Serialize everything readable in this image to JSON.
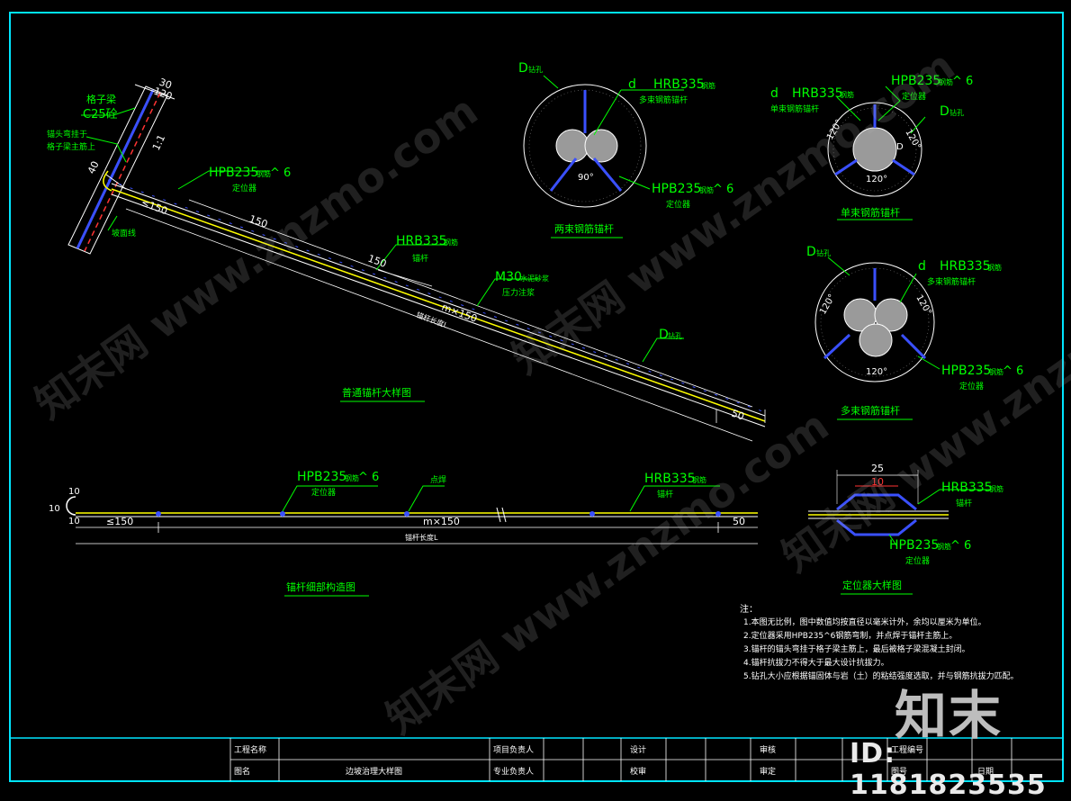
{
  "colors": {
    "frame": "#00e5ff",
    "label": "#00ff00",
    "line": "#ffffff",
    "rebar": "#ffff00",
    "mortar": "#ff3333",
    "positioner": "#3a50ff",
    "hatch": "#9a9a9a"
  },
  "main_detail": {
    "title": "普通锚杆大样图",
    "dim_30": "30",
    "dim_120": "120",
    "pile_label": "格子梁",
    "pile_conc": "C25砼",
    "anchor_note_1": "锚头弯挂于",
    "anchor_note_2": "格子梁主筋上",
    "dim_40": "40",
    "slope_ratio": "1:1",
    "slope_line": "坡面线",
    "hpb_1": "HPB235",
    "hpb_1_sub": "钢筋",
    "hpb_1_num": "^ 6",
    "positioner_1": "定位器",
    "dim_lt150": "≤150",
    "dim_150a": "150",
    "dim_150b": "150",
    "hrb_1": "HRB335",
    "hrb_1_sub": "钢筋",
    "rod_1": "锚杆",
    "m30": "M30",
    "m30_sub": "水泥砂浆",
    "m30_sub2": "压力注浆",
    "mx150": "m×150",
    "rod_length": "锚杆长度L",
    "d_hole": "D",
    "d_hole_sub": "钻孔",
    "dim_50": "50"
  },
  "two_bundle": {
    "title": "两束钢筋锚杆",
    "d_hole": "D",
    "d_hole_sub": "钻孔",
    "d_rebar": "d",
    "hrb": "HRB335",
    "hrb_sub": "钢筋",
    "multi_rod": "多束钢筋锚杆",
    "angle": "90°",
    "hpb": "HPB235",
    "hpb_sub": "钢筋",
    "hpb_num": "^ 6",
    "positioner": "定位器"
  },
  "single_bundle": {
    "title": "单束钢筋锚杆",
    "d_rebar": "d",
    "hrb": "HRB335",
    "hrb_sub": "钢筋",
    "single_rod": "单束钢筋锚杆",
    "hpb": "HPB235",
    "hpb_sub": "钢筋",
    "hpb_num": "^ 6",
    "positioner": "定位器",
    "d_hole": "D",
    "d_hole_sub": "钻孔",
    "angle_a": "120°",
    "angle_b": "120°",
    "angle_c": "120°",
    "center_d": "D"
  },
  "multi_bundle": {
    "title": "多束钢筋锚杆",
    "d_hole": "D",
    "d_hole_sub": "钻孔",
    "d_rebar": "d",
    "hrb": "HRB335",
    "hrb_sub": "钢筋",
    "multi_rod": "多束钢筋锚杆",
    "angle_a": "120°",
    "angle_b": "120°",
    "angle_c": "120°",
    "hpb": "HPB235",
    "hpb_sub": "钢筋",
    "hpb_num": "^ 6",
    "positioner": "定位器"
  },
  "rod_detail": {
    "title": "锚杆细部构造图",
    "dim_10a": "10",
    "dim_10b": "10",
    "dim_10c": "10",
    "hpb": "HPB235",
    "hpb_sub": "钢筋",
    "hpb_num": "^ 6",
    "positioner": "定位器",
    "weld": "点焊",
    "hrb": "HRB335",
    "hrb_sub": "钢筋",
    "rod": "锚杆",
    "dim_lt150": "≤150",
    "mx150": "m×150",
    "dim_50": "50",
    "rod_length": "锚杆长度L"
  },
  "positioner_detail": {
    "title": "定位器大样图",
    "dim_25": "25",
    "dim_10": "10",
    "hrb": "HRB335",
    "hrb_sub": "钢筋",
    "rod": "锚杆",
    "hpb": "HPB235",
    "hpb_sub": "钢筋",
    "hpb_num": "^ 6",
    "positioner": "定位器"
  },
  "notes": {
    "heading": "注：",
    "items": [
      "1.本图无比例，图中数值均按直径以毫米计外，余均以厘米为单位。",
      "2.定位器采用HPB235^6钢筋弯制，并点焊于锚杆主筋上。",
      "3.锚杆的锚头弯挂于格子梁主筋上，最后被格子梁混凝土封闭。",
      "4.锚杆抗拔力不得大于最大设计抗拔力。",
      "5.钻孔大小应根据锚固体与岩（土）的粘结强度选取，并与钢筋抗拔力匹配。"
    ]
  },
  "title_block": {
    "project_name": "工程名称",
    "drawing_name": "图名",
    "drawing_title": "边坡治理大样图",
    "project_lead": "项目负责人",
    "discipline_lead": "专业负责人",
    "design": "设计",
    "check": "校审",
    "review": "审核",
    "approve": "审定",
    "job_no": "工程编号",
    "drawing_no": "图号",
    "date": "日期"
  },
  "overlay": {
    "logo": "知末",
    "id": "ID: 1181823535",
    "watermark": "知末网 www.znzmo.com"
  }
}
